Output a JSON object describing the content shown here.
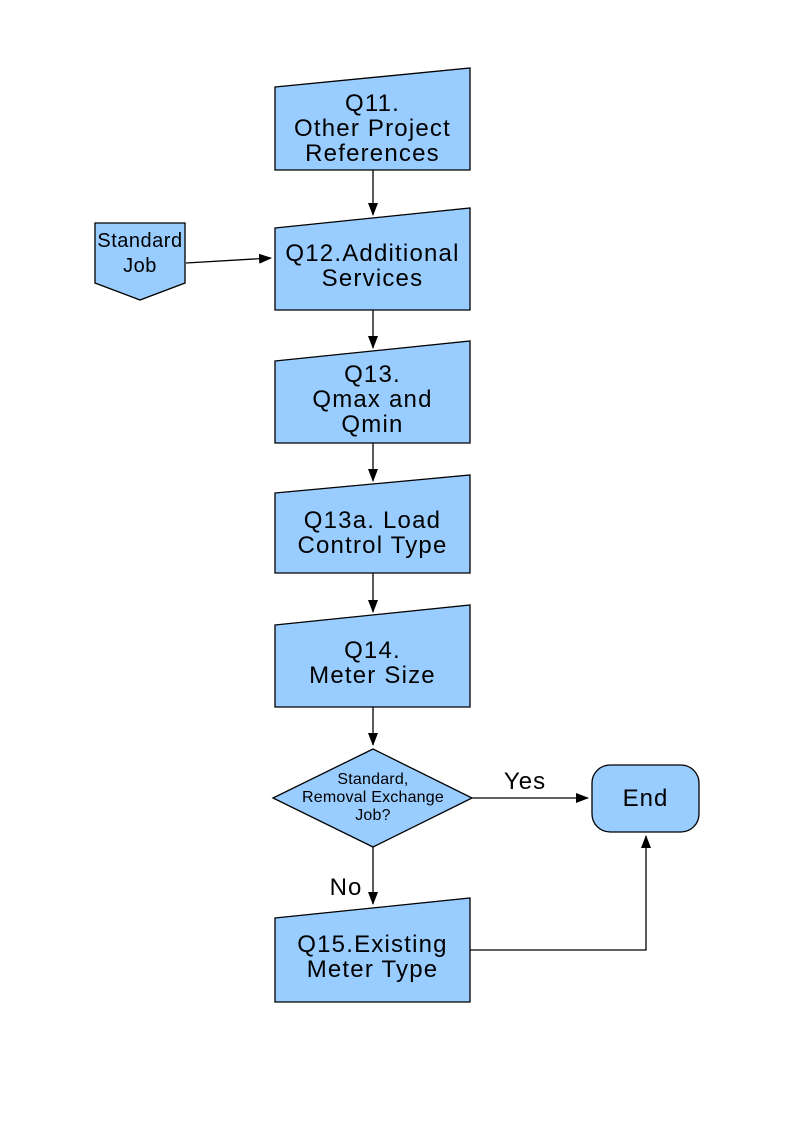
{
  "diagram": {
    "colors": {
      "node_fill": "#99ccff",
      "node_stroke": "#000000",
      "connector": "#000000",
      "page_background": "#ffffff"
    },
    "nodes": {
      "q11": {
        "label": "Q11.\nOther Project\nReferences",
        "shape": "manual-input"
      },
      "standard_job": {
        "label": "Standard\nJob",
        "shape": "off-page-connector"
      },
      "q12": {
        "label": "Q12.Additional\nServices",
        "shape": "manual-input"
      },
      "q13": {
        "label": "Q13.\nQmax and\nQmin",
        "shape": "manual-input"
      },
      "q13a": {
        "label": "Q13a. Load\nControl Type",
        "shape": "manual-input"
      },
      "q14": {
        "label": "Q14.\nMeter Size",
        "shape": "manual-input"
      },
      "decision": {
        "label": "Standard,\nRemoval Exchange\nJob?",
        "shape": "decision-diamond"
      },
      "end": {
        "label": "End",
        "shape": "terminator"
      },
      "q15": {
        "label": "Q15.Existing\nMeter Type",
        "shape": "manual-input"
      }
    },
    "edge_labels": {
      "yes": "Yes",
      "no": "No"
    }
  }
}
